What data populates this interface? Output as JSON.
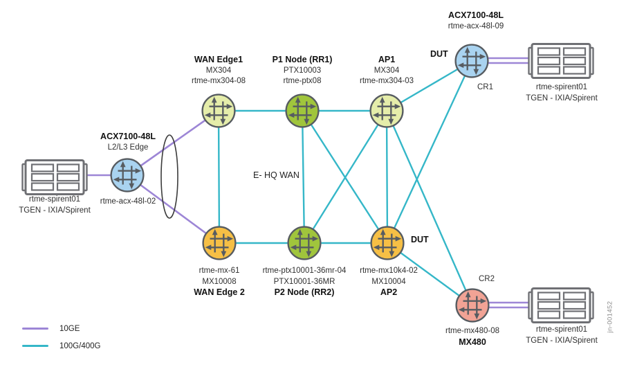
{
  "figure": {
    "core_label": "E- HQ WAN",
    "watermark": "jn-001452"
  },
  "palette": {
    "link_10ge": "#9d86d6",
    "link_100g_400g": "#35b7c8",
    "node_blue": "#a9d3f0",
    "node_lightgreen": "#e5edaa",
    "node_green": "#a0c53c",
    "node_orange": "#f6bf45",
    "node_salmon": "#f1a395",
    "node_border": "#575c61"
  },
  "legend": {
    "items": [
      {
        "label": "10GE",
        "color": "#9d86d6"
      },
      {
        "label": "100G/400G",
        "color": "#35b7c8"
      }
    ]
  },
  "tgen": {
    "name": "rtme-spirent01",
    "desc": "TGEN - IXIA/Spirent"
  },
  "nodes": {
    "acx_left": {
      "title": "ACX7100-48L",
      "role": "L2/L3 Edge",
      "hostname": "rtme-acx-48l-02"
    },
    "we1": {
      "title": "WAN Edge1",
      "model": "MX304",
      "hostname": "rtme-mx304-08"
    },
    "p1": {
      "title": "P1 Node (RR1)",
      "model": "PTX10003",
      "hostname": "rtme-ptx08"
    },
    "ap1": {
      "title": "AP1",
      "model": "MX304",
      "hostname": "rtme-mx304-03"
    },
    "cr1": {
      "title": "ACX7100-48L",
      "hostname": "rtme-acx-48l-09",
      "dut": "DUT",
      "role": "CR1"
    },
    "we2": {
      "title": "WAN Edge 2",
      "model": "MX10008",
      "hostname": "rtme-mx-61"
    },
    "p2": {
      "title": "P2 Node (RR2)",
      "model": "PTX10001-36MR",
      "hostname": "rtme-ptx10001-36mr-04"
    },
    "ap2": {
      "title": "AP2",
      "model": "MX10004",
      "hostname": "rtme-mx10k4-02",
      "dut": "DUT"
    },
    "cr2": {
      "title": "MX480",
      "hostname": "rtme-mx480-08",
      "role": "CR2"
    }
  },
  "links": [
    {
      "from": "rtme-spirent01-left",
      "to": "rtme-acx-48l-02",
      "type": "10GE"
    },
    {
      "from": "rtme-acx-48l-02",
      "to": "rtme-mx304-08",
      "type": "10GE"
    },
    {
      "from": "rtme-acx-48l-02",
      "to": "rtme-mx-61",
      "type": "10GE"
    },
    {
      "from": "rtme-acx-48l-09",
      "to": "rtme-spirent01-top-right",
      "type": "10GE",
      "count": 2
    },
    {
      "from": "rtme-mx480-08",
      "to": "rtme-spirent01-bottom-right",
      "type": "10GE",
      "count": 2
    },
    {
      "from": "rtme-mx304-08",
      "to": "rtme-ptx08",
      "type": "100G/400G"
    },
    {
      "from": "rtme-ptx08",
      "to": "rtme-mx304-03",
      "type": "100G/400G"
    },
    {
      "from": "rtme-mx-61",
      "to": "rtme-ptx10001-36mr-04",
      "type": "100G/400G"
    },
    {
      "from": "rtme-ptx10001-36mr-04",
      "to": "rtme-mx10k4-02",
      "type": "100G/400G"
    },
    {
      "from": "rtme-mx304-08",
      "to": "rtme-mx-61",
      "type": "100G/400G"
    },
    {
      "from": "rtme-ptx08",
      "to": "rtme-ptx10001-36mr-04",
      "type": "100G/400G"
    },
    {
      "from": "rtme-mx304-03",
      "to": "rtme-mx10k4-02",
      "type": "100G/400G"
    },
    {
      "from": "rtme-ptx08",
      "to": "rtme-mx10k4-02",
      "type": "100G/400G"
    },
    {
      "from": "rtme-mx304-03",
      "to": "rtme-ptx10001-36mr-04",
      "type": "100G/400G"
    },
    {
      "from": "rtme-mx304-03",
      "to": "rtme-acx-48l-09",
      "type": "100G/400G"
    },
    {
      "from": "rtme-acx-48l-09",
      "to": "rtme-mx10k4-02",
      "type": "100G/400G"
    },
    {
      "from": "rtme-mx304-03",
      "to": "rtme-mx480-08",
      "type": "100G/400G"
    },
    {
      "from": "rtme-mx10k4-02",
      "to": "rtme-mx480-08",
      "type": "100G/400G"
    }
  ]
}
